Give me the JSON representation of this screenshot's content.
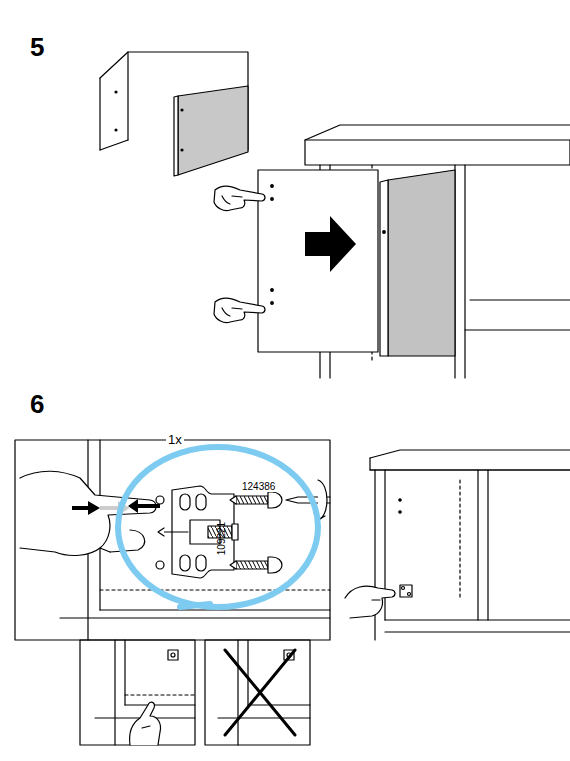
{
  "diagram": {
    "labels": [
      "5",
      "6",
      "1x",
      "124386",
      "109221"
    ]
  }
}
